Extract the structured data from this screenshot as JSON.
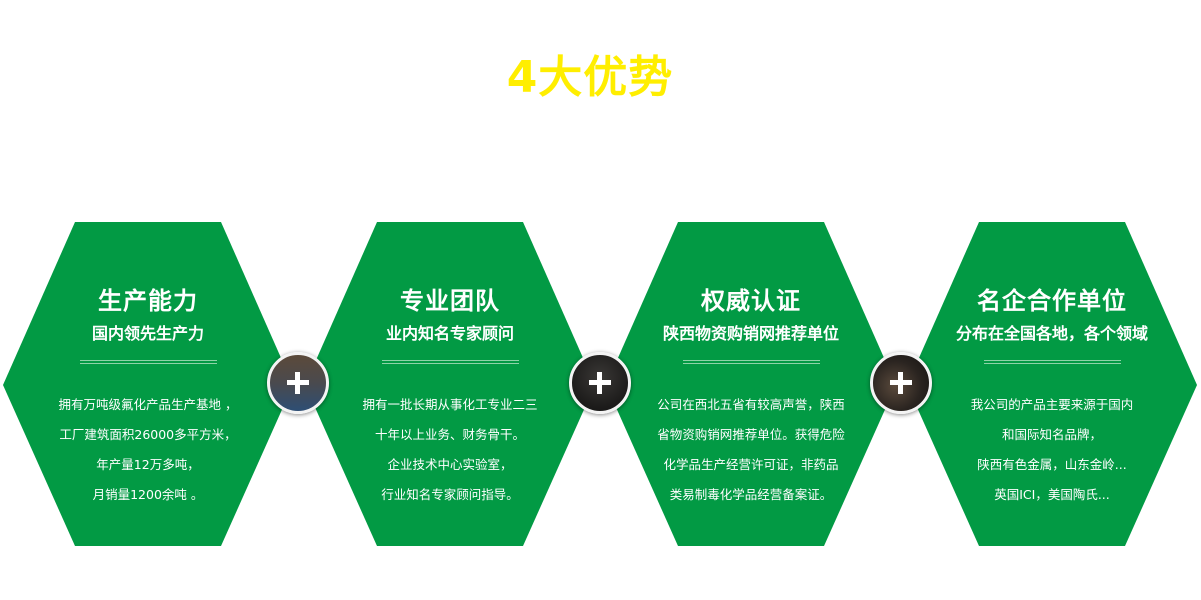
{
  "heading": "4大优势",
  "colors": {
    "heading": "#ffee00",
    "hex_background": "#029a44",
    "text": "#ffffff",
    "divider": "#8ed3a8"
  },
  "advantages": [
    {
      "title": "生产能力",
      "subtitle": "国内领先生产力",
      "body": [
        "拥有万吨级氟化产品生产基地 ，",
        "工厂建筑面积26000多平方米，",
        "年产量12万多吨，",
        "月销量1200余吨 。"
      ]
    },
    {
      "title": "专业团队",
      "subtitle": "业内知名专家顾问",
      "body": [
        "拥有一批长期从事化工专业二三",
        "十年以上业务、财务骨干。",
        "企业技术中心实验室，",
        "行业知名专家顾问指导。"
      ]
    },
    {
      "title": "权威认证",
      "subtitle": "陕西物资购销网推荐单位",
      "body": [
        "公司在西北五省有较高声誉，陕西",
        "省物资购销网推荐单位。获得危险",
        "化学品生产经营许可证，非药品",
        "类易制毒化学品经营备案证。"
      ]
    },
    {
      "title": "名企合作单位",
      "subtitle": "分布在全国各地，各个领域",
      "body": [
        "我公司的产品主要来源于国内",
        "和国际知名品牌，",
        "陕西有色金属，山东金岭...",
        "英国ICI，美国陶氏..."
      ]
    }
  ],
  "connectors": [
    {
      "icon": "plus-icon"
    },
    {
      "icon": "plus-icon"
    },
    {
      "icon": "plus-icon"
    }
  ]
}
